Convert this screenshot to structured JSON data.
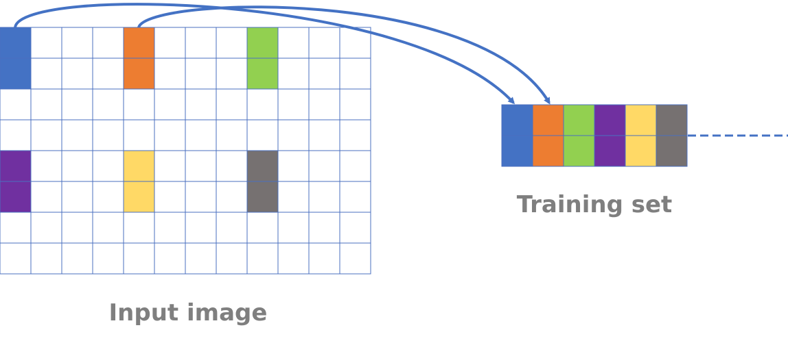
{
  "labels": {
    "input_image": "Input image",
    "training_set": "Training set"
  },
  "colors": {
    "grid_line": "#4a6fbf",
    "arrow": "#4472c4",
    "blue": "#4472c4",
    "orange": "#ed7d31",
    "green": "#92d050",
    "purple": "#7030a0",
    "yellow": "#ffd966",
    "gray": "#767171",
    "label": "#7f7f7f"
  },
  "input_grid": {
    "rows": 8,
    "cols": 12,
    "highlighted": [
      {
        "color": "blue",
        "row": 0,
        "col": 0
      },
      {
        "color": "blue",
        "row": 1,
        "col": 0
      },
      {
        "color": "orange",
        "row": 0,
        "col": 4
      },
      {
        "color": "orange",
        "row": 1,
        "col": 4
      },
      {
        "color": "green",
        "row": 0,
        "col": 8
      },
      {
        "color": "green",
        "row": 1,
        "col": 8
      },
      {
        "color": "purple",
        "row": 4,
        "col": 0
      },
      {
        "color": "purple",
        "row": 5,
        "col": 0
      },
      {
        "color": "yellow",
        "row": 4,
        "col": 4
      },
      {
        "color": "yellow",
        "row": 5,
        "col": 4
      },
      {
        "color": "gray",
        "row": 4,
        "col": 8
      },
      {
        "color": "gray",
        "row": 5,
        "col": 8
      }
    ]
  },
  "training_set": {
    "columns": [
      "blue",
      "orange",
      "green",
      "purple",
      "yellow",
      "gray"
    ],
    "rows_per_column": 2
  }
}
